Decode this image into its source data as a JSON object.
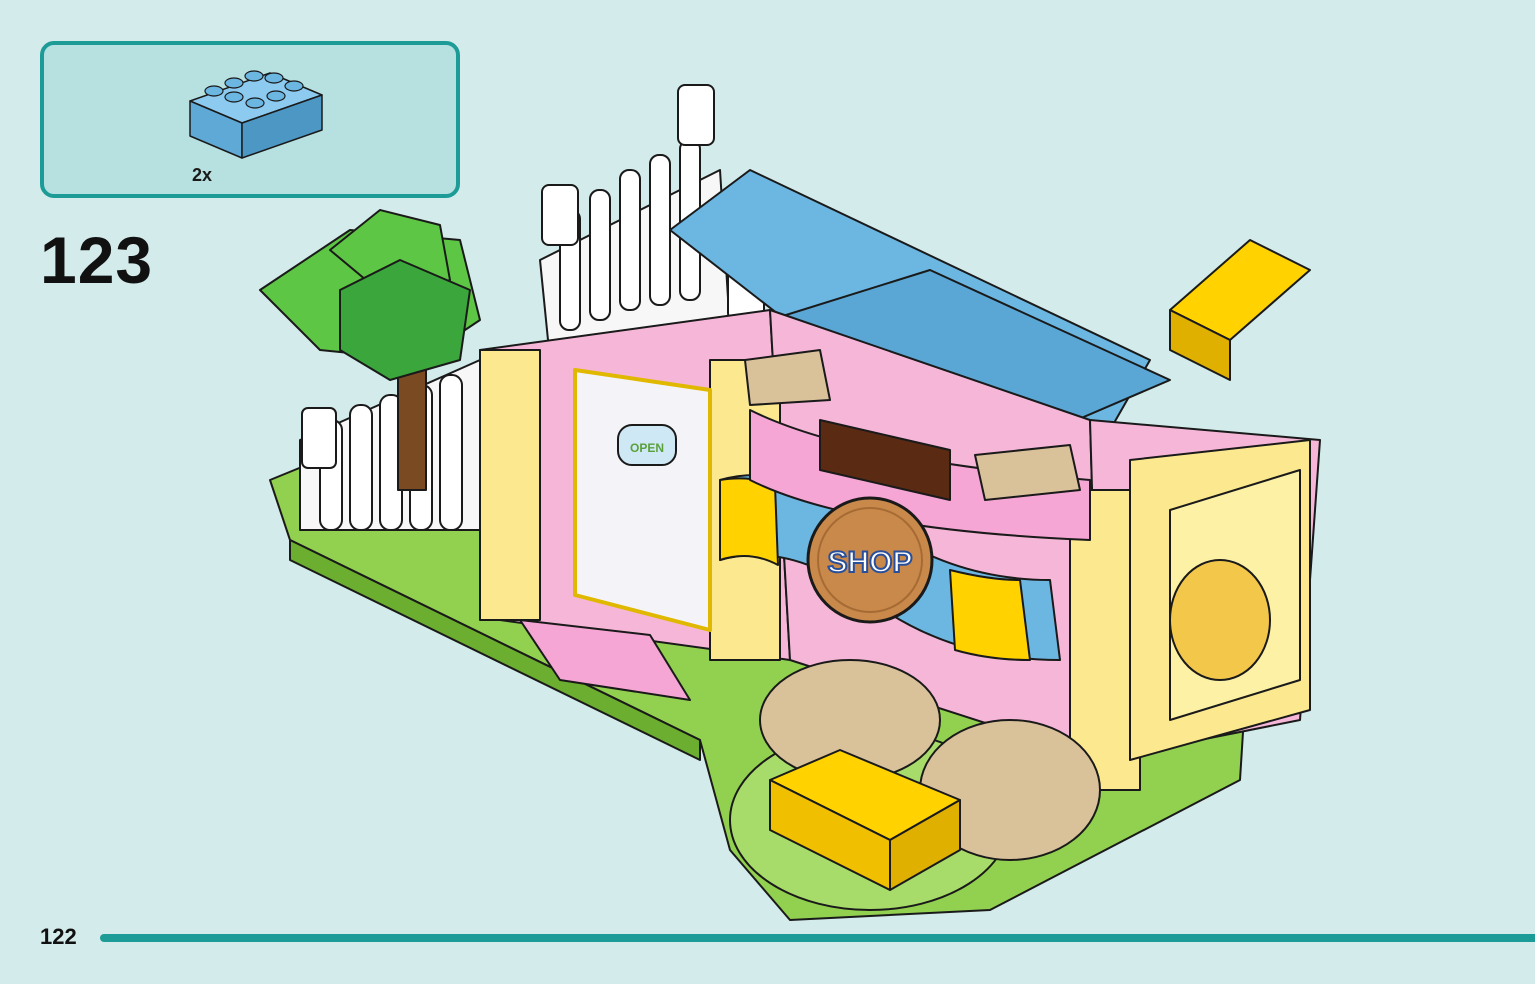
{
  "parts_box": {
    "count": "2x",
    "brick_color": "#6cb6e2"
  },
  "step": {
    "number": "123"
  },
  "page": {
    "number": "122"
  },
  "sign": {
    "shop": "SHOP",
    "open": "OPEN"
  },
  "colors": {
    "accent": "#1d9c97",
    "background": "#d3ebeb",
    "box_fill": "#b7e1e0"
  }
}
